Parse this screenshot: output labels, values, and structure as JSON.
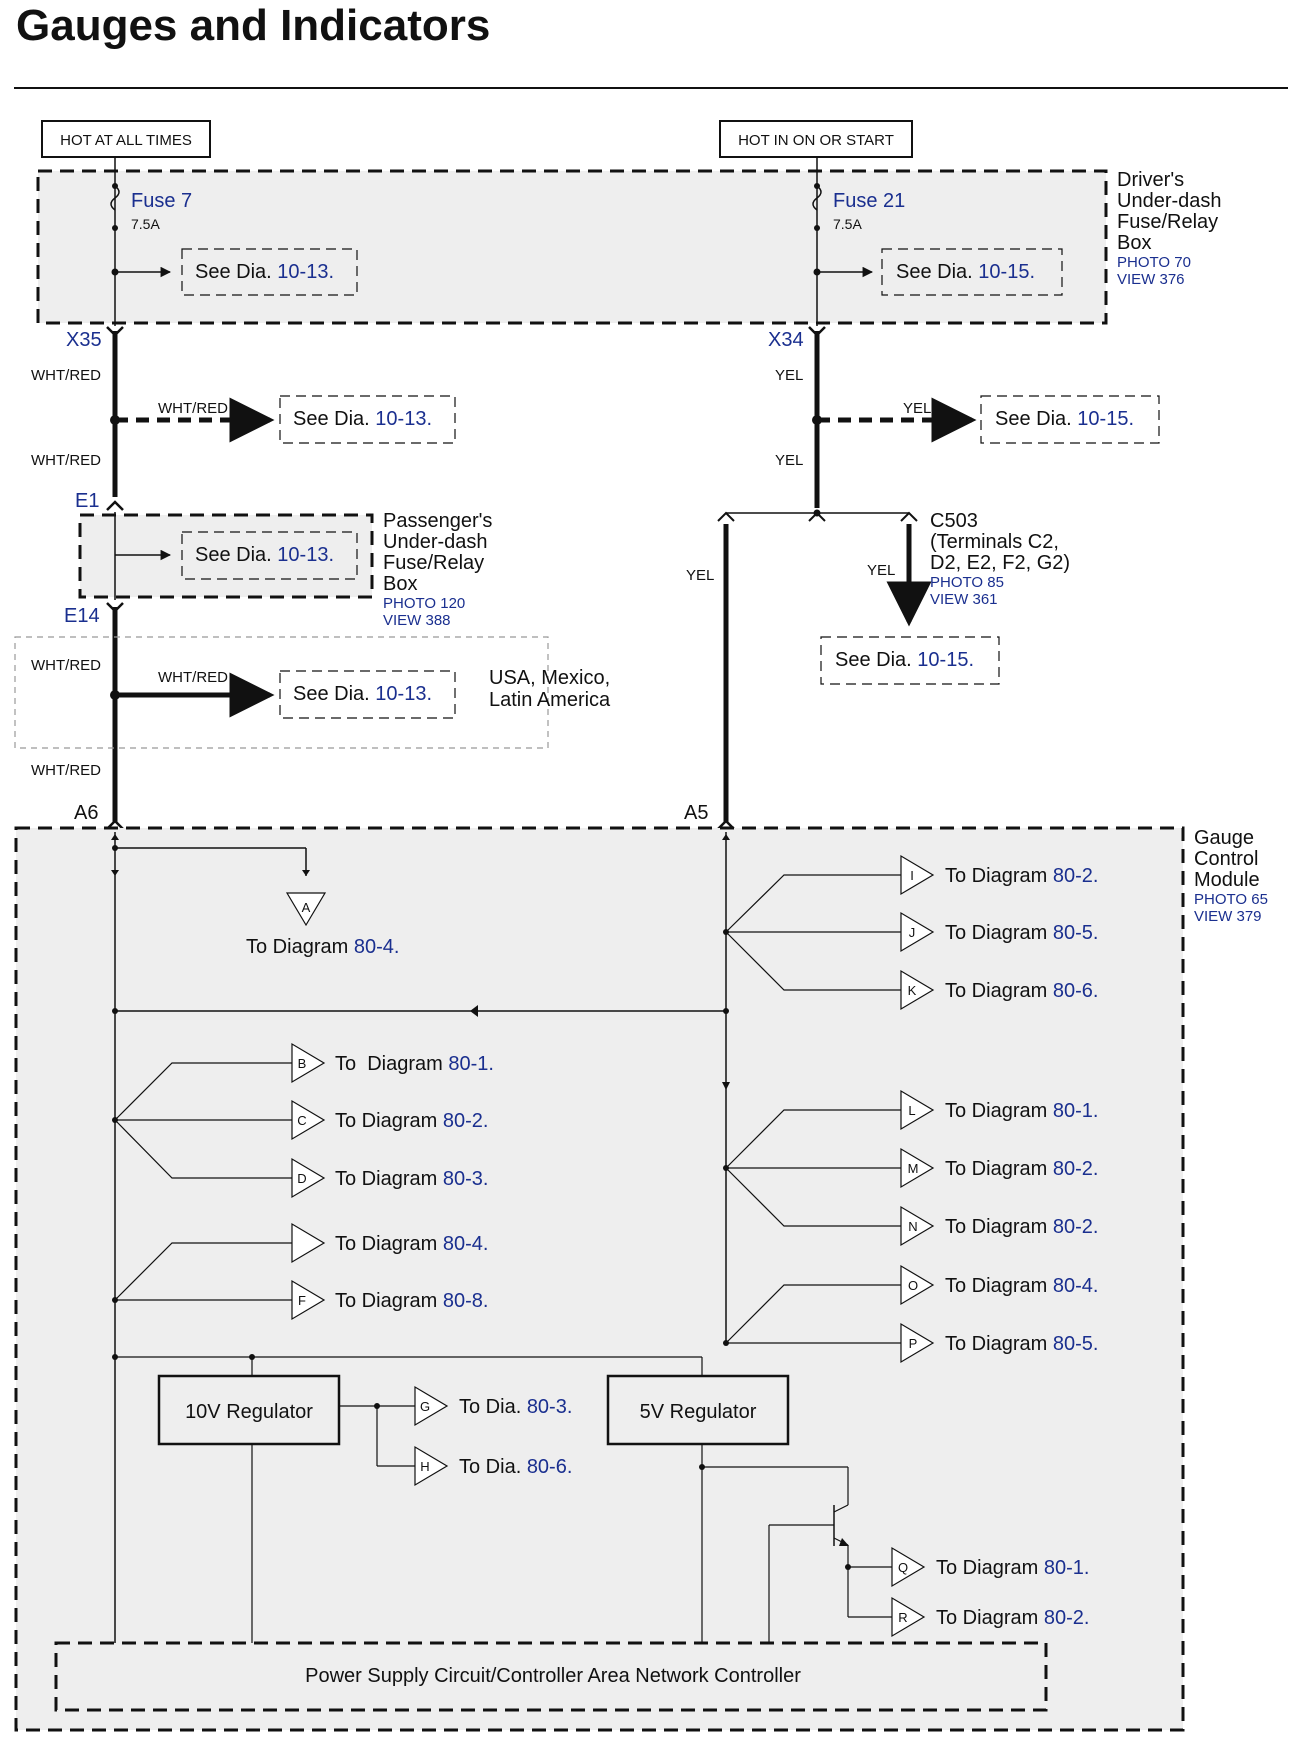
{
  "title": "Gauges and Indicators",
  "power_sources": {
    "left": "HOT AT ALL TIMES",
    "right": "HOT IN ON OR START"
  },
  "drivers_fuse_box": {
    "name_lines": [
      "Driver's",
      "Under-dash",
      "Fuse/Relay",
      "Box"
    ],
    "photo": "PHOTO 70",
    "view": "VIEW 376",
    "fuse_left": {
      "name": "Fuse 7",
      "rating": "7.5A",
      "see_prefix": "See",
      "see_dia": "Dia.",
      "see_ref": "10-13."
    },
    "fuse_right": {
      "name": "Fuse 21",
      "rating": "7.5A",
      "see_prefix": "See",
      "see_dia": "Dia.",
      "see_ref": "10-15."
    }
  },
  "left_branch": {
    "connector_top": "X35",
    "wire1": "WHT/RED",
    "branch_wire": "WHT/RED",
    "branch_see": {
      "prefix": "See",
      "dia": "Dia.",
      "ref": "10-13."
    },
    "wire2": "WHT/RED",
    "connector_e1": "E1",
    "connector_e14": "E14",
    "wire3": "WHT/RED",
    "usa_branch_wire": "WHT/RED",
    "usa_see": {
      "prefix": "See",
      "dia": "Dia.",
      "ref": "10-13."
    },
    "usa_note_lines": [
      "USA, Mexico,",
      "Latin America"
    ],
    "wire4": "WHT/RED",
    "connector_bottom": "A6"
  },
  "passengers_fuse_box": {
    "name_lines": [
      "Passenger's",
      "Under-dash",
      "Fuse/Relay",
      "Box"
    ],
    "photo": "PHOTO 120",
    "view": "VIEW 388",
    "see": {
      "prefix": "See",
      "dia": "Dia.",
      "ref": "10-13."
    }
  },
  "right_branch": {
    "connector_top": "X34",
    "wire1": "YEL",
    "branch_wire": "YEL",
    "branch_see": {
      "prefix": "See",
      "dia": "Dia.",
      "ref": "10-15."
    },
    "wire2": "YEL",
    "wire_down": "YEL",
    "c503_wire": "YEL",
    "c503_lines": [
      "C503",
      "(Terminals C2,",
      "D2, E2, F2, G2)"
    ],
    "c503_photo": "PHOTO 85",
    "c503_view": "VIEW 361",
    "c503_see": {
      "prefix": "See",
      "dia": "Dia.",
      "ref": "10-15."
    },
    "connector_bottom": "A5"
  },
  "gauge_module": {
    "name_lines": [
      "Gauge",
      "Control",
      "Module"
    ],
    "photo": "PHOTO 65",
    "view": "VIEW 379",
    "regulator_10v": "10V Regulator",
    "regulator_5v": "5V Regulator",
    "controller": "Power Supply Circuit/Controller Area Network Controller",
    "outputs": [
      {
        "letter": "A",
        "prefix": "To Diagram",
        "ref": "80-4."
      },
      {
        "letter": "B",
        "prefix": "To  Diagram",
        "ref": "80-1."
      },
      {
        "letter": "C",
        "prefix": "To  Diagram",
        "ref": "80-2."
      },
      {
        "letter": "D",
        "prefix": "To  Diagram",
        "ref": "80-3."
      },
      {
        "letter": "",
        "prefix": "To  Diagram",
        "ref": "80-4."
      },
      {
        "letter": "F",
        "prefix": "To  Diagram",
        "ref": "80-8."
      },
      {
        "letter": "G",
        "prefix": "To  Dia.",
        "ref": "80-3."
      },
      {
        "letter": "H",
        "prefix": "To  Dia.",
        "ref": "80-6."
      },
      {
        "letter": "I",
        "prefix": "To Diagram",
        "ref": "80-2."
      },
      {
        "letter": "J",
        "prefix": "To Diagram",
        "ref": "80-5."
      },
      {
        "letter": "K",
        "prefix": "To Diagram",
        "ref": "80-6."
      },
      {
        "letter": "L",
        "prefix": "To  Diagram",
        "ref": "80-1."
      },
      {
        "letter": "M",
        "prefix": "To  Diagram",
        "ref": "80-2."
      },
      {
        "letter": "N",
        "prefix": "To  Diagram",
        "ref": "80-2."
      },
      {
        "letter": "O",
        "prefix": "To  Diagram",
        "ref": "80-4."
      },
      {
        "letter": "P",
        "prefix": "To  Diagram",
        "ref": "80-5."
      },
      {
        "letter": "Q",
        "prefix": "To Diagram",
        "ref": "80-1."
      },
      {
        "letter": "R",
        "prefix": "To Diagram",
        "ref": "80-2."
      }
    ]
  }
}
